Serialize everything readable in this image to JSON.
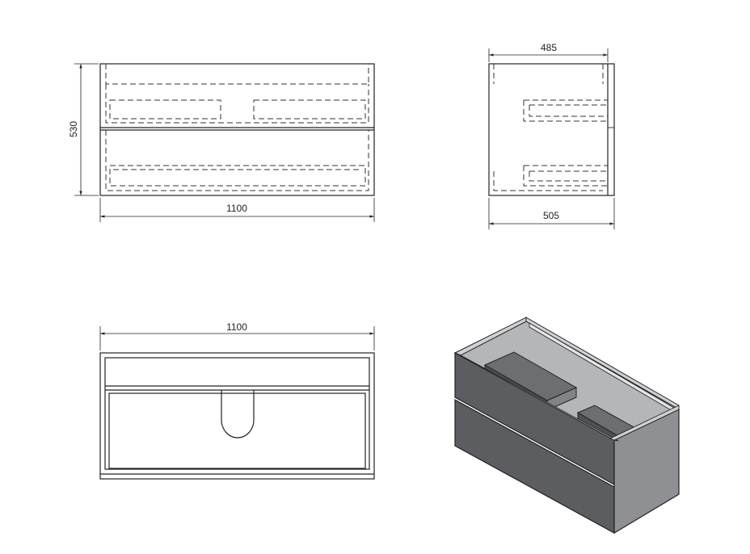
{
  "dimensions": {
    "front_width": "1100",
    "front_height": "530",
    "side_top_depth": "485",
    "side_bottom_depth": "505",
    "top_view_width": "1100"
  },
  "colors": {
    "line": "#222222",
    "panel_front": "#5c5d60",
    "panel_side": "#8f9094",
    "panel_inner": "#b5b6ba",
    "panel_top": "#cfd0d3"
  }
}
